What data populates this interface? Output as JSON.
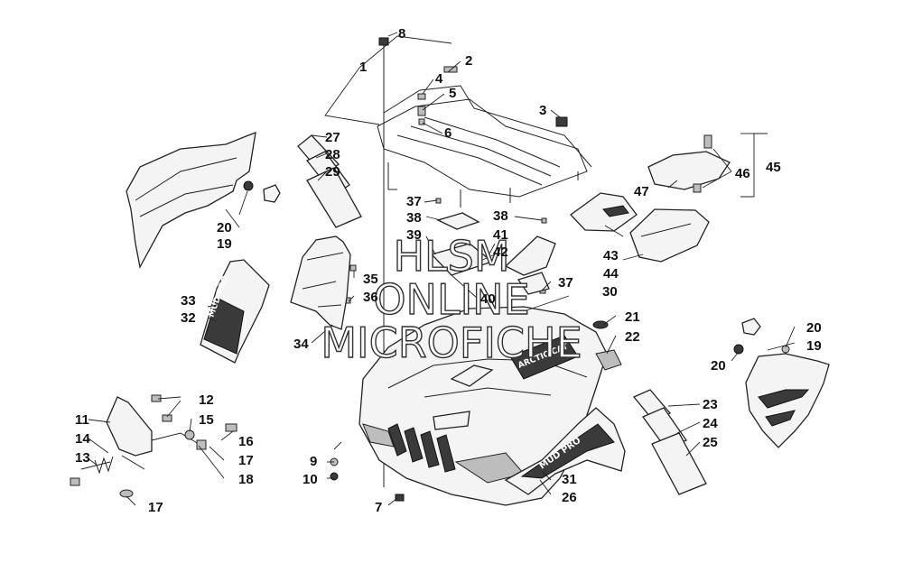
{
  "watermark": {
    "line1": "HLSM",
    "line2": "ONLINE",
    "line3": "MICROFICHE"
  },
  "callouts": [
    {
      "id": "c1",
      "text": "1"
    },
    {
      "id": "c2",
      "text": "2"
    },
    {
      "id": "c3",
      "text": "3"
    },
    {
      "id": "c4",
      "text": "4"
    },
    {
      "id": "c5",
      "text": "5"
    },
    {
      "id": "c6",
      "text": "6"
    },
    {
      "id": "c7",
      "text": "7"
    },
    {
      "id": "c8",
      "text": "8"
    },
    {
      "id": "c9",
      "text": "9"
    },
    {
      "id": "c10",
      "text": "10"
    },
    {
      "id": "c11",
      "text": "11"
    },
    {
      "id": "c12",
      "text": "12"
    },
    {
      "id": "c13",
      "text": "13"
    },
    {
      "id": "c14",
      "text": "14"
    },
    {
      "id": "c15",
      "text": "15"
    },
    {
      "id": "c16",
      "text": "16"
    },
    {
      "id": "c17a",
      "text": "17"
    },
    {
      "id": "c17b",
      "text": "17"
    },
    {
      "id": "c18",
      "text": "18"
    },
    {
      "id": "c19a",
      "text": "19"
    },
    {
      "id": "c19b",
      "text": "19"
    },
    {
      "id": "c20a",
      "text": "20"
    },
    {
      "id": "c20b",
      "text": "20"
    },
    {
      "id": "c20c",
      "text": "20"
    },
    {
      "id": "c21",
      "text": "21"
    },
    {
      "id": "c22",
      "text": "22"
    },
    {
      "id": "c23",
      "text": "23"
    },
    {
      "id": "c24",
      "text": "24"
    },
    {
      "id": "c25",
      "text": "25"
    },
    {
      "id": "c26",
      "text": "26"
    },
    {
      "id": "c27",
      "text": "27"
    },
    {
      "id": "c28",
      "text": "28"
    },
    {
      "id": "c29",
      "text": "29"
    },
    {
      "id": "c30",
      "text": "30"
    },
    {
      "id": "c31",
      "text": "31"
    },
    {
      "id": "c32",
      "text": "32"
    },
    {
      "id": "c33",
      "text": "33"
    },
    {
      "id": "c34",
      "text": "34"
    },
    {
      "id": "c35",
      "text": "35"
    },
    {
      "id": "c36",
      "text": "36"
    },
    {
      "id": "c37a",
      "text": "37"
    },
    {
      "id": "c37b",
      "text": "37"
    },
    {
      "id": "c38a",
      "text": "38"
    },
    {
      "id": "c38b",
      "text": "38"
    },
    {
      "id": "c39",
      "text": "39"
    },
    {
      "id": "c40",
      "text": "40"
    },
    {
      "id": "c41",
      "text": "41"
    },
    {
      "id": "c42",
      "text": "42"
    },
    {
      "id": "c43",
      "text": "43"
    },
    {
      "id": "c44",
      "text": "44"
    },
    {
      "id": "c45",
      "text": "45"
    },
    {
      "id": "c46",
      "text": "46"
    },
    {
      "id": "c47",
      "text": "47"
    }
  ],
  "decals": {
    "panel_brand": "MUD PRO",
    "fender_brand": "MUD PRO",
    "hood_brand": "ARCTIC CAT"
  }
}
